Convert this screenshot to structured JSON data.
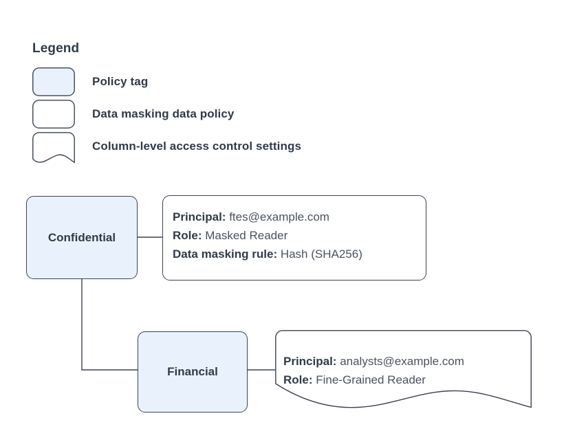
{
  "legend": {
    "title": "Legend",
    "items": [
      {
        "label": "Policy tag",
        "shape": "rounded-rect-filled",
        "fill": "#e9f1fd"
      },
      {
        "label": "Data masking data policy",
        "shape": "rounded-rect",
        "fill": "#ffffff"
      },
      {
        "label": "Column-level access control settings",
        "shape": "document-wavy",
        "fill": "#ffffff"
      }
    ]
  },
  "diagram": {
    "nodes": [
      {
        "id": "confidential",
        "label": "Confidential",
        "shape": "rounded-rect-filled"
      },
      {
        "id": "financial",
        "label": "Financial",
        "shape": "rounded-rect-filled"
      }
    ],
    "details": [
      {
        "id": "confidential-policy",
        "shape": "rounded-rect",
        "lines": [
          {
            "key": "Principal:",
            "value": "ftes@example.com"
          },
          {
            "key": "Role:",
            "value": "Masked Reader"
          },
          {
            "key": "Data masking rule:",
            "value": "Hash (SHA256)"
          }
        ]
      },
      {
        "id": "financial-settings",
        "shape": "document-wavy",
        "lines": [
          {
            "key": "Principal:",
            "value": "analysts@example.com"
          },
          {
            "key": "Role:",
            "value": "Fine-Grained Reader"
          }
        ]
      }
    ],
    "edges": [
      {
        "from": "confidential",
        "to": "confidential-policy"
      },
      {
        "from": "confidential",
        "to": "financial"
      },
      {
        "from": "financial",
        "to": "financial-settings"
      }
    ]
  },
  "colors": {
    "node_fill": "#e9f1fd",
    "stroke": "#3a4352",
    "text": "#2f3b48",
    "value_text": "#4a5260",
    "background": "#ffffff"
  }
}
